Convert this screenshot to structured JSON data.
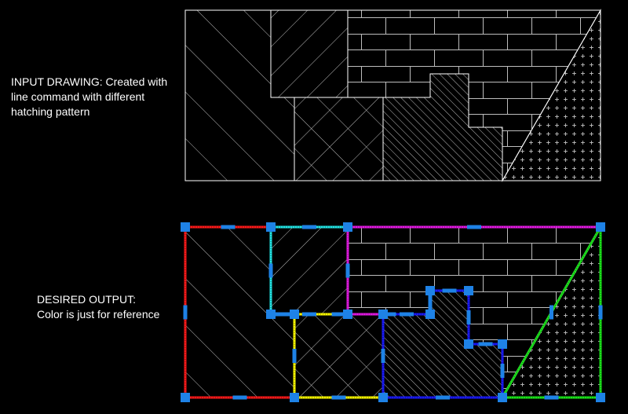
{
  "notes": {
    "input_line1": "INPUT DRAWING: Created with",
    "input_line2": "line command with different",
    "input_line3": "hatching pattern",
    "output_line1": "DESIRED OUTPUT:",
    "output_line2": "Color is just for reference"
  },
  "colors": {
    "background": "#000000",
    "input_lines": "#ffffff",
    "hatch": "#bdbdbd",
    "grip": "#1e82e6",
    "region_red": "#ff1a1a",
    "region_cyan": "#22e6e6",
    "region_yellow": "#ffff00",
    "region_magenta": "#e61ae6",
    "region_blue": "#1a1aff",
    "region_green": "#1ae61a"
  }
}
